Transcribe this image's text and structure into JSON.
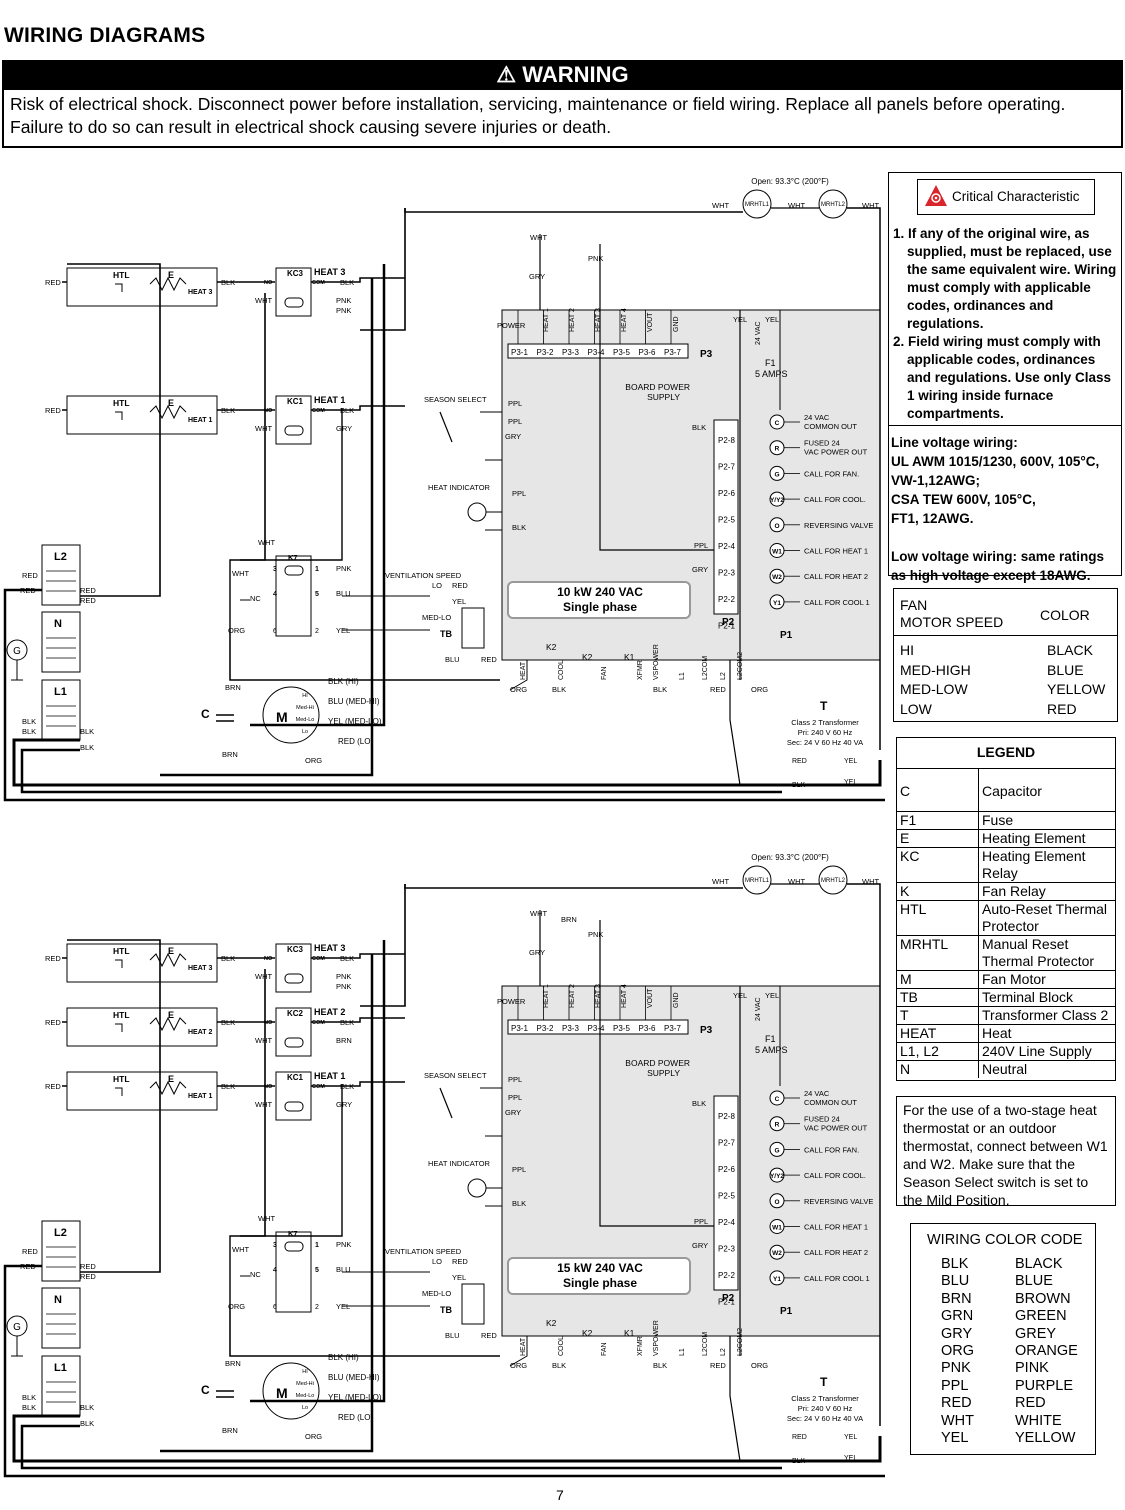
{
  "page": {
    "title": "WIRING DIAGRAMS",
    "page_number": "7"
  },
  "warning": {
    "heading": "WARNING",
    "body": "Risk of electrical shock. Disconnect power before installation, servicing, maintenance or field wiring. Replace all panels before operating. Failure to do so can result in electrical shock causing severe injuries or death."
  },
  "critical": {
    "header": "Critical Characteristic",
    "items": [
      "1. If any of the original wire, as supplied, must be replaced, use the same equivalent wire. Wiring must comply with applicable codes, ordinances and regulations.",
      "2. Field wiring must comply with applicable codes, ordinances and regulations. Use only Class 1 wiring inside furnace compartments."
    ],
    "line_voltage": [
      "Line voltage wiring:",
      "UL AWM 1015/1230, 600V, 105°C,",
      "VW-1,12AWG;",
      "CSA TEW 600V, 105°C,",
      "FT1, 12AWG."
    ],
    "low_voltage": "Low voltage wiring: same ratings as high voltage except 18AWG."
  },
  "fan_speed": {
    "header_left": [
      "FAN",
      "MOTOR SPEED"
    ],
    "header_right": "COLOR",
    "rows": [
      {
        "speed": "HI",
        "color": "BLACK"
      },
      {
        "speed": "MED-HIGH",
        "color": "BLUE"
      },
      {
        "speed": "MED-LOW",
        "color": "YELLOW"
      },
      {
        "speed": "LOW",
        "color": "RED"
      }
    ]
  },
  "legend": {
    "title": "LEGEND",
    "rows": [
      {
        "k": "C",
        "v": "Capacitor"
      },
      {
        "k": "F1",
        "v": "Fuse"
      },
      {
        "k": "E",
        "v": "Heating Element"
      },
      {
        "k": "KC",
        "v": "Heating Element Relay"
      },
      {
        "k": "K",
        "v": "Fan Relay"
      },
      {
        "k": "HTL",
        "v": "Auto-Reset Thermal Protector"
      },
      {
        "k": "MRHTL",
        "v": "Manual Reset Thermal Protector"
      },
      {
        "k": "M",
        "v": "Fan Motor"
      },
      {
        "k": "TB",
        "v": "Terminal Block"
      },
      {
        "k": "T",
        "v": "Transformer Class 2"
      },
      {
        "k": "HEAT",
        "v": "Heat"
      },
      {
        "k": "L1, L2",
        "v": "240V Line Supply"
      },
      {
        "k": "N",
        "v": "Neutral"
      }
    ]
  },
  "note": "For the use of a two-stage heat thermostat or an outdoor thermostat, connect between W1 and W2. Make sure that the Season Select switch is set to the Mild Position.",
  "color_codes": {
    "title": "WIRING COLOR CODE",
    "rows": [
      {
        "code": "BLK",
        "name": "BLACK"
      },
      {
        "code": "BLU",
        "name": "BLUE"
      },
      {
        "code": "BRN",
        "name": "BROWN"
      },
      {
        "code": "GRN",
        "name": "GREEN"
      },
      {
        "code": "GRY",
        "name": "GREY"
      },
      {
        "code": "ORG",
        "name": "ORANGE"
      },
      {
        "code": "PNK",
        "name": "PINK"
      },
      {
        "code": "PPL",
        "name": "PURPLE"
      },
      {
        "code": "RED",
        "name": "RED"
      },
      {
        "code": "WHT",
        "name": "WHITE"
      },
      {
        "code": "YEL",
        "name": "YELLOW"
      }
    ]
  },
  "diagrams": [
    {
      "label": [
        "10 kW 240 VAC",
        "Single phase"
      ],
      "heaters": [
        {
          "relay": "KC3",
          "heat": "HEAT 3",
          "wire": "PNK"
        },
        {
          "relay": "KC1",
          "heat": "HEAT 1",
          "wire": "GRY"
        }
      ]
    },
    {
      "label": [
        "15 kW 240 VAC",
        "Single phase"
      ],
      "heaters": [
        {
          "relay": "KC3",
          "heat": "HEAT 3",
          "wire": "PNK"
        },
        {
          "relay": "KC2",
          "heat": "HEAT 2",
          "wire": "BRN"
        },
        {
          "relay": "KC1",
          "heat": "HEAT 1",
          "wire": "GRY"
        }
      ]
    }
  ],
  "common": {
    "thermal_open": "Open: 93.3°C (200°F)",
    "mrhtl": [
      "MRHTL1",
      "MRHTL2"
    ],
    "board_supply": [
      "BOARD POWER",
      "SUPPLY"
    ],
    "p3_pins": [
      "P3-1",
      "P3-2",
      "P3-3",
      "P3-4",
      "P3-5",
      "P3-6",
      "P3-7"
    ],
    "p3_top": [
      "POWER",
      "HEAT 1",
      "HEAT 2",
      "HEAT 3",
      "HEAT 4",
      "VOUT",
      "GND"
    ],
    "p2_pins": [
      "P2-8",
      "P2-7",
      "P2-6",
      "P2-5",
      "P2-4",
      "P2-3",
      "P2-2",
      "P2-1"
    ],
    "term_letters": [
      "C",
      "R",
      "G",
      "Y/Y2",
      "O",
      "W1",
      "W2",
      "Y1"
    ],
    "term_desc": [
      "24 VAC COMMON OUT",
      "FUSED 24 VAC POWER OUT",
      "CALL FOR FAN.",
      "CALL FOR COOL.",
      "REVERSING VALVE",
      "CALL FOR HEAT 1",
      "CALL FOR HEAT 2",
      "CALL FOR COOL 1"
    ],
    "bottom_pins": [
      "HEAT",
      "COOL",
      "FAN",
      "XFMR",
      "VSPOWER",
      "L1",
      "L2COM",
      "L2",
      "L2COM2"
    ],
    "fuse": [
      "F1",
      "5 AMPS"
    ],
    "transformer": [
      "Class 2 Transformer",
      "Pri: 240 V 60 Hz",
      "Sec: 24 V 60 Hz 40 VA"
    ],
    "motor_taps": [
      "BLK (HI)",
      "BLU (MED-HI)",
      "YEL (MED-LO)",
      "RED (LO)"
    ],
    "season_select": "SEASON SELECT",
    "heat_indicator": "HEAT INDICATOR",
    "vent_speed": "VENTILATION SPEED"
  }
}
